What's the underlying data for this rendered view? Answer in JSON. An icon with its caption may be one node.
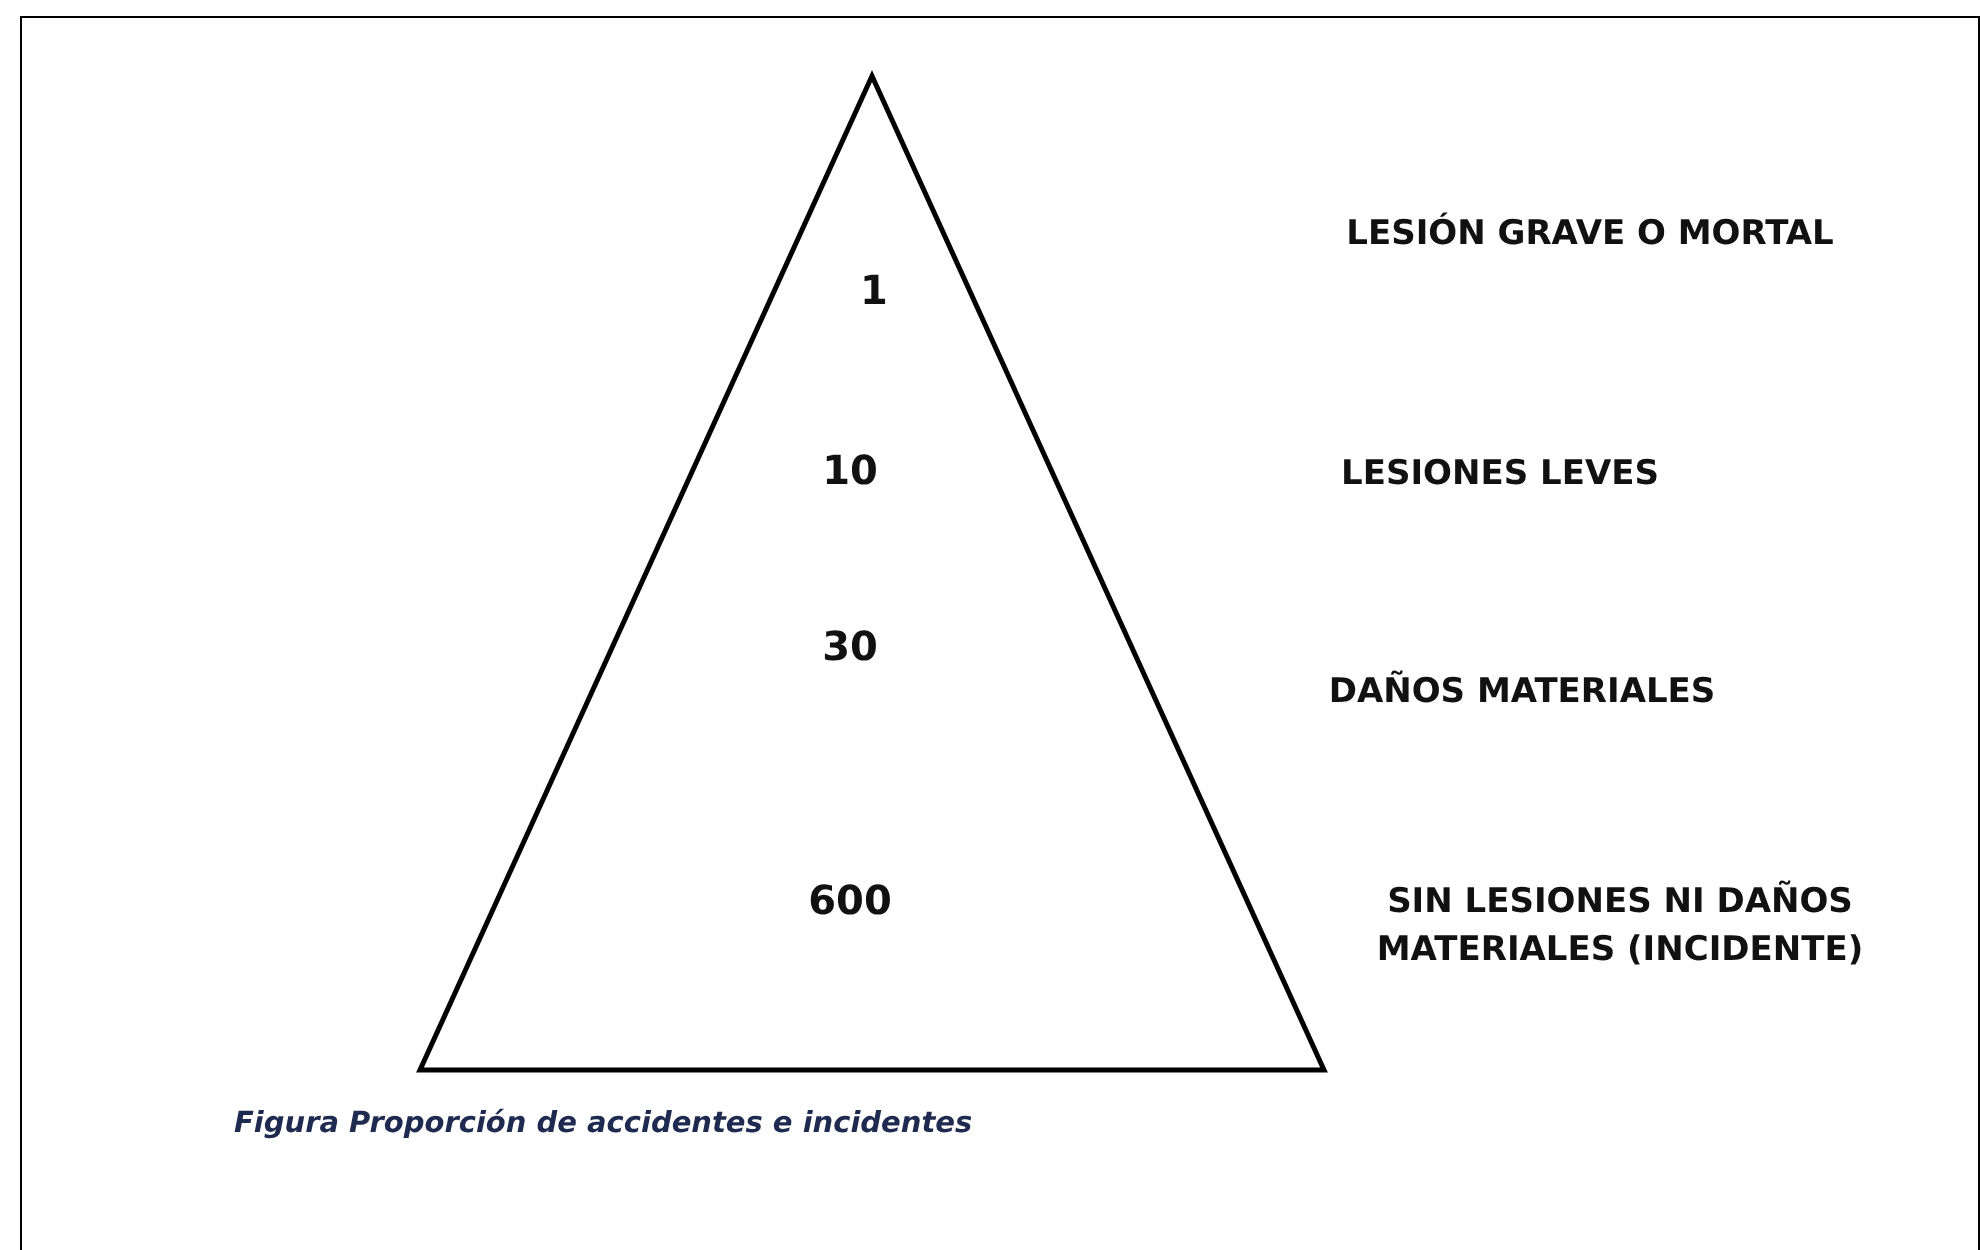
{
  "diagram": {
    "caption": "Figura Proporción de accidentes e incidentes",
    "nodes": [
      {
        "text": [
          "1",
          "10",
          "30",
          "600"
        ]
      }
    ],
    "labels": [
      "LESIÓN GRAVE O MORTAL",
      "LESIONES LEVES",
      "DAÑOS MATERIALES",
      "SIN LESIONES NI DAÑOS MATERIALES (INCIDENTE)"
    ]
  }
}
